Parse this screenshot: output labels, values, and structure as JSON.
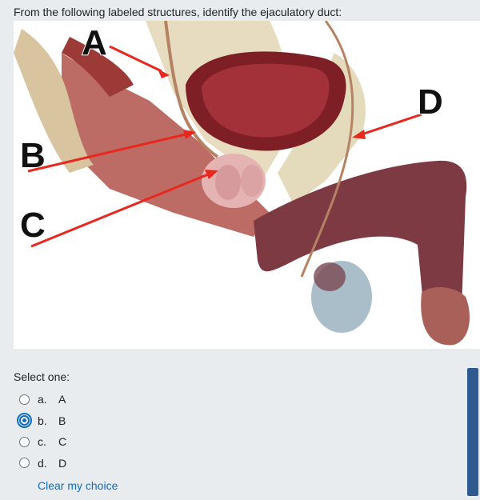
{
  "question": {
    "text": "From the following labeled structures, identify the ejaculatory duct:",
    "figure_labels": [
      "A",
      "B",
      "C",
      "D"
    ]
  },
  "answers": {
    "prompt": "Select one:",
    "options": [
      {
        "number": "a.",
        "text": "A",
        "checked": false
      },
      {
        "number": "b.",
        "text": "B",
        "checked": true
      },
      {
        "number": "c.",
        "text": "C",
        "checked": false
      },
      {
        "number": "d.",
        "text": "D",
        "checked": false
      }
    ],
    "clear_label": "Clear my choice"
  },
  "colors": {
    "link": "#0f6cbf",
    "arrow": "#e8281e",
    "background": "#e9ecef"
  }
}
